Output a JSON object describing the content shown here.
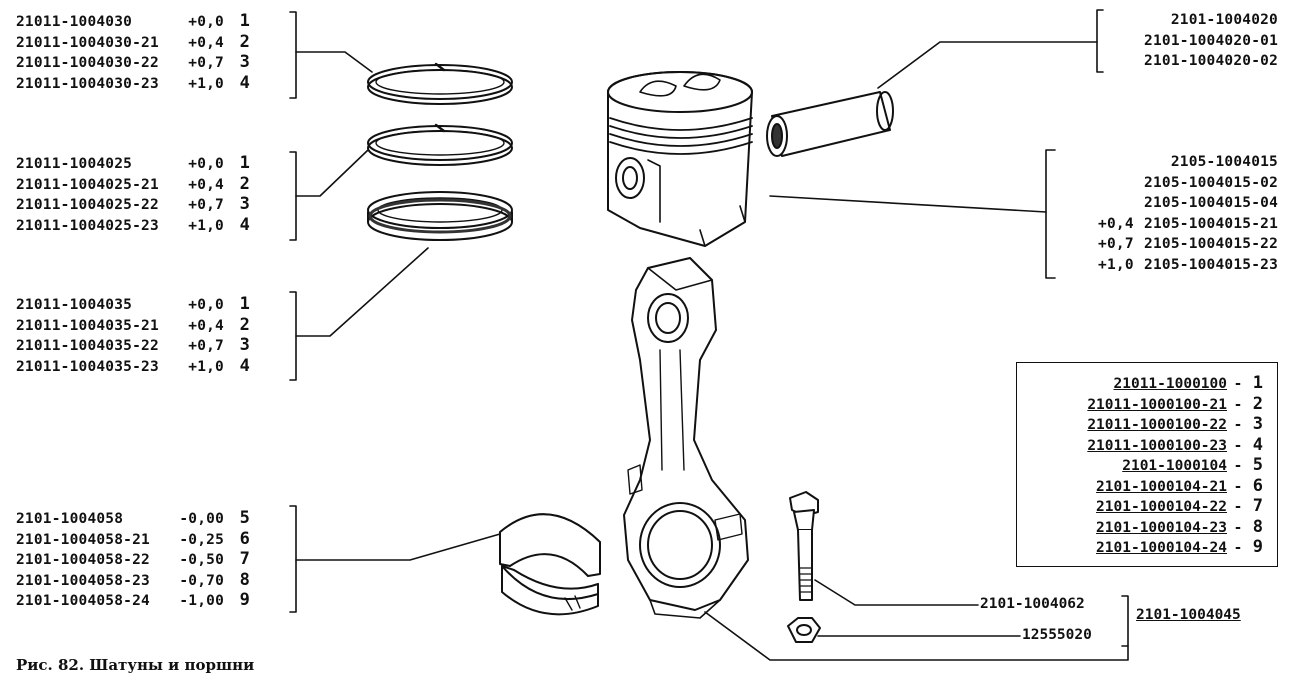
{
  "caption": "Рис. 82. Шатуны и поршни",
  "ring_groups": [
    {
      "rows": [
        {
          "part": "21011-1004030",
          "tol": "+0,0",
          "idx": "1"
        },
        {
          "part": "21011-1004030-21",
          "tol": "+0,4",
          "idx": "2"
        },
        {
          "part": "21011-1004030-22",
          "tol": "+0,7",
          "idx": "3"
        },
        {
          "part": "21011-1004030-23",
          "tol": "+1,0",
          "idx": "4"
        }
      ]
    },
    {
      "rows": [
        {
          "part": "21011-1004025",
          "tol": "+0,0",
          "idx": "1"
        },
        {
          "part": "21011-1004025-21",
          "tol": "+0,4",
          "idx": "2"
        },
        {
          "part": "21011-1004025-22",
          "tol": "+0,7",
          "idx": "3"
        },
        {
          "part": "21011-1004025-23",
          "tol": "+1,0",
          "idx": "4"
        }
      ]
    },
    {
      "rows": [
        {
          "part": "21011-1004035",
          "tol": "+0,0",
          "idx": "1"
        },
        {
          "part": "21011-1004035-21",
          "tol": "+0,4",
          "idx": "2"
        },
        {
          "part": "21011-1004035-22",
          "tol": "+0,7",
          "idx": "3"
        },
        {
          "part": "21011-1004035-23",
          "tol": "+1,0",
          "idx": "4"
        }
      ]
    },
    {
      "rows": [
        {
          "part": "2101-1004058",
          "tol": "-0,00",
          "idx": "5"
        },
        {
          "part": "2101-1004058-21",
          "tol": "-0,25",
          "idx": "6"
        },
        {
          "part": "2101-1004058-22",
          "tol": "-0,50",
          "idx": "7"
        },
        {
          "part": "2101-1004058-23",
          "tol": "-0,70",
          "idx": "8"
        },
        {
          "part": "2101-1004058-24",
          "tol": "-1,00",
          "idx": "9"
        }
      ]
    }
  ],
  "pin_group": {
    "rows": [
      {
        "tol": "",
        "part": "2101-1004020"
      },
      {
        "tol": "",
        "part": "2101-1004020-01"
      },
      {
        "tol": "",
        "part": "2101-1004020-02"
      }
    ]
  },
  "piston_group": {
    "rows": [
      {
        "tol": "",
        "part": "2105-1004015"
      },
      {
        "tol": "",
        "part": "2105-1004015-02"
      },
      {
        "tol": "",
        "part": "2105-1004015-04"
      },
      {
        "tol": "+0,4",
        "part": "2105-1004015-21"
      },
      {
        "tol": "+0,7",
        "part": "2105-1004015-22"
      },
      {
        "tol": "+1,0",
        "part": "2105-1004015-23"
      }
    ]
  },
  "conrod_table": {
    "rows": [
      {
        "part": "21011-1000100",
        "sep": "-",
        "idx": "1"
      },
      {
        "part": "21011-1000100-21",
        "sep": "-",
        "idx": "2"
      },
      {
        "part": "21011-1000100-22",
        "sep": "-",
        "idx": "3"
      },
      {
        "part": "21011-1000100-23",
        "sep": "-",
        "idx": "4"
      },
      {
        "part": "2101-1000104",
        "sep": "-",
        "idx": "5"
      },
      {
        "part": "2101-1000104-21",
        "sep": "-",
        "idx": "6"
      },
      {
        "part": "2101-1000104-22",
        "sep": "-",
        "idx": "7"
      },
      {
        "part": "2101-1000104-23",
        "sep": "-",
        "idx": "8"
      },
      {
        "part": "2101-1000104-24",
        "sep": "-",
        "idx": "9"
      }
    ]
  },
  "callouts": {
    "bolt": "2101-1004062",
    "nut": "12555020",
    "assembly": "2101-1004045"
  }
}
